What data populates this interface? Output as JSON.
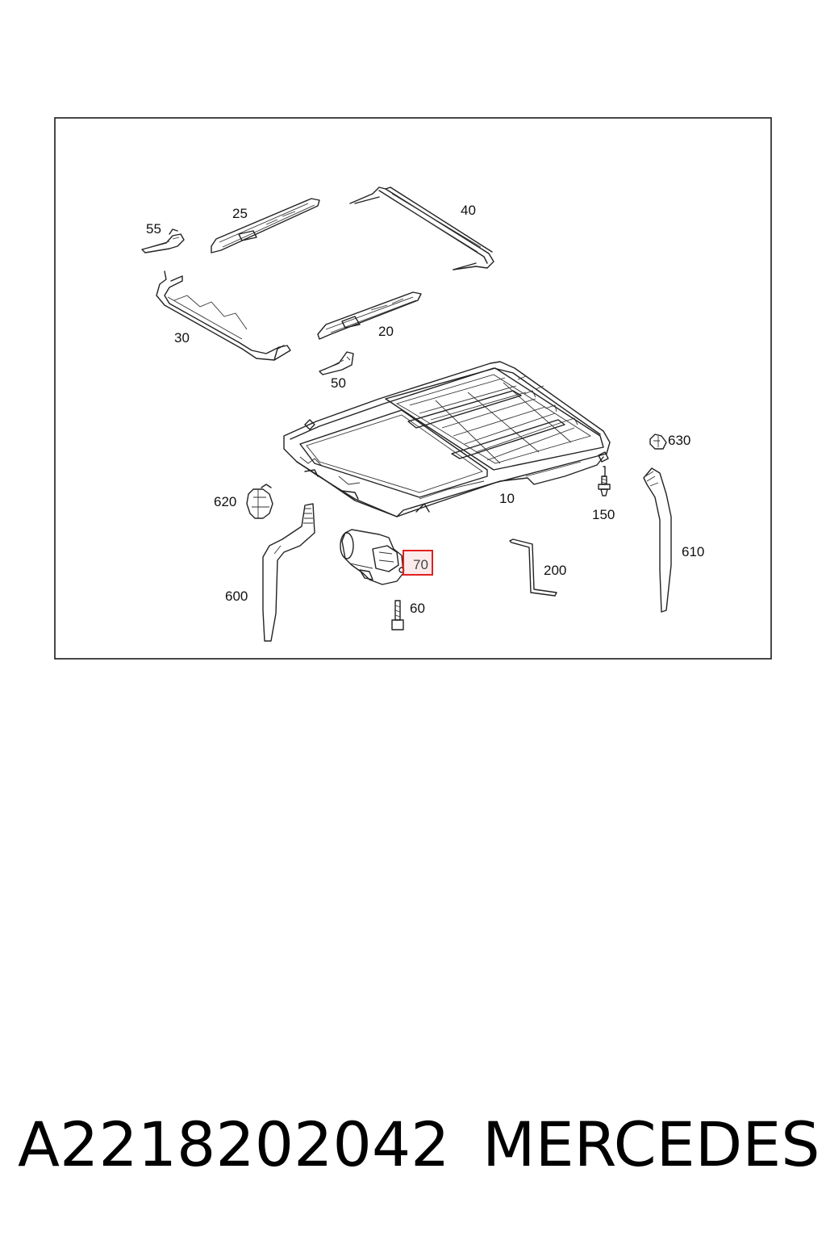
{
  "diagram": {
    "callouts": [
      {
        "id": "55",
        "label": "55"
      },
      {
        "id": "25",
        "label": "25"
      },
      {
        "id": "40",
        "label": "40"
      },
      {
        "id": "30",
        "label": "30"
      },
      {
        "id": "20",
        "label": "20"
      },
      {
        "id": "50",
        "label": "50"
      },
      {
        "id": "630",
        "label": "630"
      },
      {
        "id": "620",
        "label": "620"
      },
      {
        "id": "10",
        "label": "10"
      },
      {
        "id": "150",
        "label": "150"
      },
      {
        "id": "610",
        "label": "610"
      },
      {
        "id": "70",
        "label": "70",
        "highlighted": true
      },
      {
        "id": "200",
        "label": "200"
      },
      {
        "id": "600",
        "label": "600"
      },
      {
        "id": "60",
        "label": "60"
      }
    ],
    "highlight_color": "#e02020"
  },
  "caption": {
    "part_number": "A2218202042",
    "brand": "MERCEDES"
  }
}
